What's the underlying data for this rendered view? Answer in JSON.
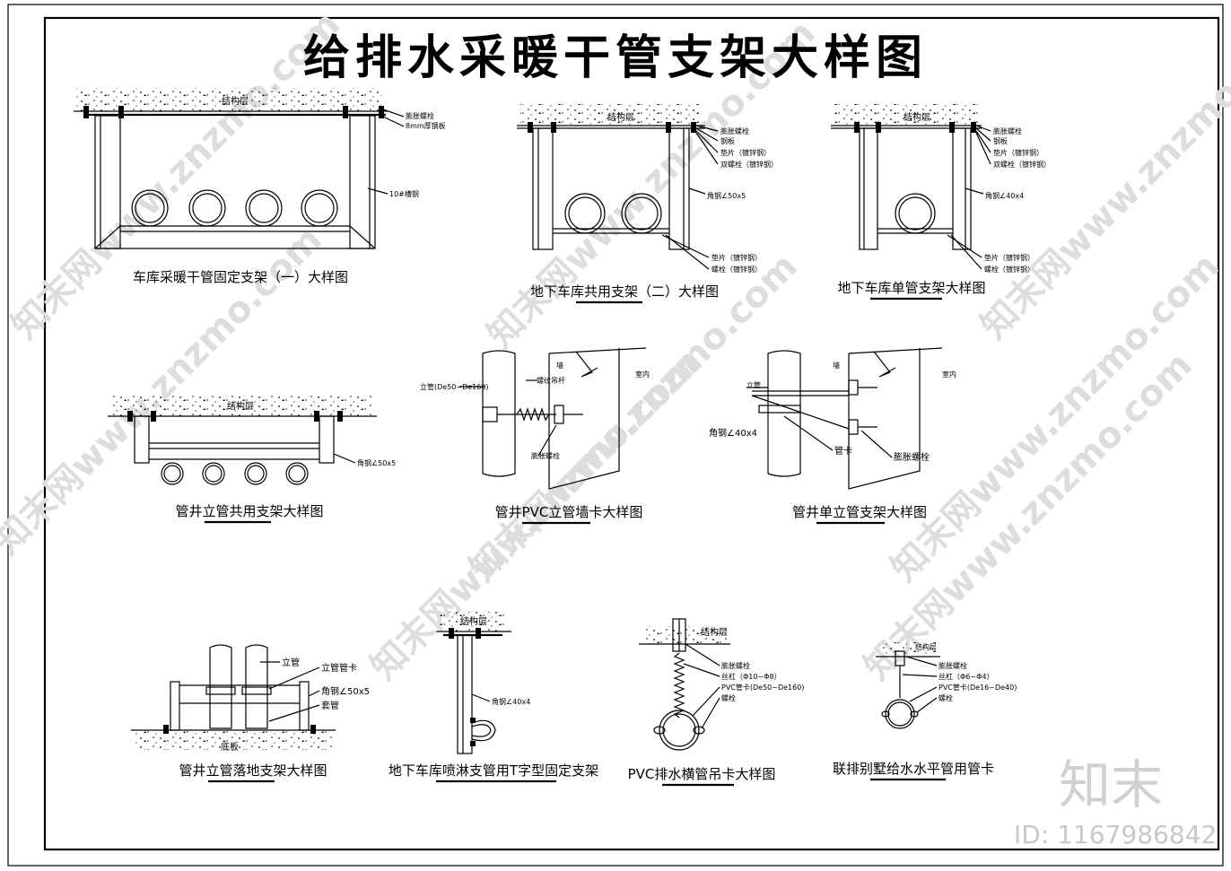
{
  "title": "给排水采暖干管支架大样图",
  "details": {
    "d1": {
      "caption": "车库采暖干管固定支架（一）大样图",
      "layer": "结构层",
      "labels": [
        "膨胀螺栓",
        "8mm厚钢板",
        "10#槽钢"
      ]
    },
    "d2": {
      "caption": "地下车库共用支架（二）大样图",
      "layer": "结构层",
      "labels": [
        "膨胀螺栓",
        "钢板",
        "垫片（镀锌钢）",
        "双螺栓（镀锌钢）",
        "角钢∠50x5",
        "垫片（镀锌钢）",
        "螺栓（镀锌钢）"
      ]
    },
    "d3": {
      "caption": "地下车库单管支架大样图",
      "layer": "结构层",
      "labels": [
        "膨胀螺栓",
        "钢板",
        "垫片（镀锌钢）",
        "双螺栓（镀锌钢）",
        "角钢∠40x4",
        "垫片（镀锌钢）",
        "螺栓（镀锌钢）"
      ]
    },
    "d4": {
      "caption": "管井立管共用支架大样图",
      "layer": "结构层",
      "labels": [
        "角钢∠50x5"
      ]
    },
    "d5": {
      "caption": "管井PVC立管墙卡大样图",
      "labels": [
        "立管(De50~De160)",
        "墙",
        "室内",
        "螺纹吊杆",
        "膨胀螺栓"
      ]
    },
    "d6": {
      "caption": "管井单立管支架大样图",
      "labels": [
        "墙",
        "室内",
        "立管",
        "角钢∠40x4",
        "管卡",
        "膨胀螺栓"
      ]
    },
    "d7": {
      "caption": "管井立管落地支架大样图",
      "labels": [
        "立管",
        "立管管卡",
        "角钢∠50x5",
        "套管",
        "底板"
      ]
    },
    "d8": {
      "caption": "地下车库喷淋支管用T字型固定支架",
      "layer": "结构层",
      "labels": [
        "角钢∠40x4"
      ]
    },
    "d9": {
      "caption": "PVC排水横管吊卡大样图",
      "layer": "结构层",
      "labels": [
        "膨胀螺栓",
        "丝杠（Φ10~Φ8）",
        "PVC管卡(De50~De160)",
        "螺栓"
      ]
    },
    "d10": {
      "caption": "联排别墅给水水平管用管卡",
      "layer": "结构层",
      "labels": [
        "膨胀螺栓",
        "丝杠（Φ6~Φ4）",
        "PVC管卡(De16~De40)",
        "螺栓"
      ]
    }
  },
  "watermark": {
    "text": "知末网www.znzmo.com",
    "logo": "知末",
    "id": "ID: 1167986842"
  }
}
